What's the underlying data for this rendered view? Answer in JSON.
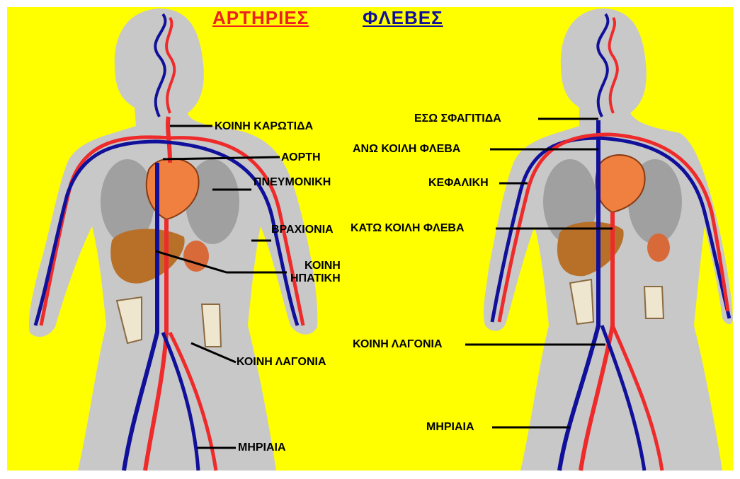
{
  "titles": {
    "arteries": "ΑΡΤΗΡΙΕΣ",
    "veins": "ΦΛΕΒΕΣ"
  },
  "colors": {
    "background": "#ffff00",
    "body": "#c8c8c8",
    "artery": "#ee2a2a",
    "vein": "#10109a",
    "heart": "#f08040"
  },
  "left_labels": {
    "carotid": "ΚΟΙΝΗ ΚΑΡΩΤΙΔΑ",
    "aorta": "ΑΟΡΤΗ",
    "pulmonary": "ΠΝΕΥΜΟΝΙΚΗ",
    "brachial": "ΒΡΑΧΙΟΝΙΑ",
    "hepatic_1": "ΚΟΙΝΗ",
    "hepatic_2": "ΗΠΑΤΙΚΗ",
    "iliac": "ΚΟΙΝΗ ΛΑΓΟΝΙΑ",
    "femoral": "ΜΗΡΙΑΙΑ"
  },
  "right_labels": {
    "jugular": "ΕΣΩ ΣΦΑΓΙΤΙΔΑ",
    "superior_vena_cava": "ΑΝΩ ΚΟΙΛΗ ΦΛΕΒΑ",
    "cephalic": "ΚΕΦΑΛΙΚΗ",
    "inferior_vena_cava": "ΚΑΤΩ ΚΟΙΛΗ ΦΛΕΒΑ",
    "iliac": "ΚΟΙΝΗ ΛΑΓΟΝΙΑ",
    "femoral": "ΜΗΡΙΑΙΑ"
  }
}
